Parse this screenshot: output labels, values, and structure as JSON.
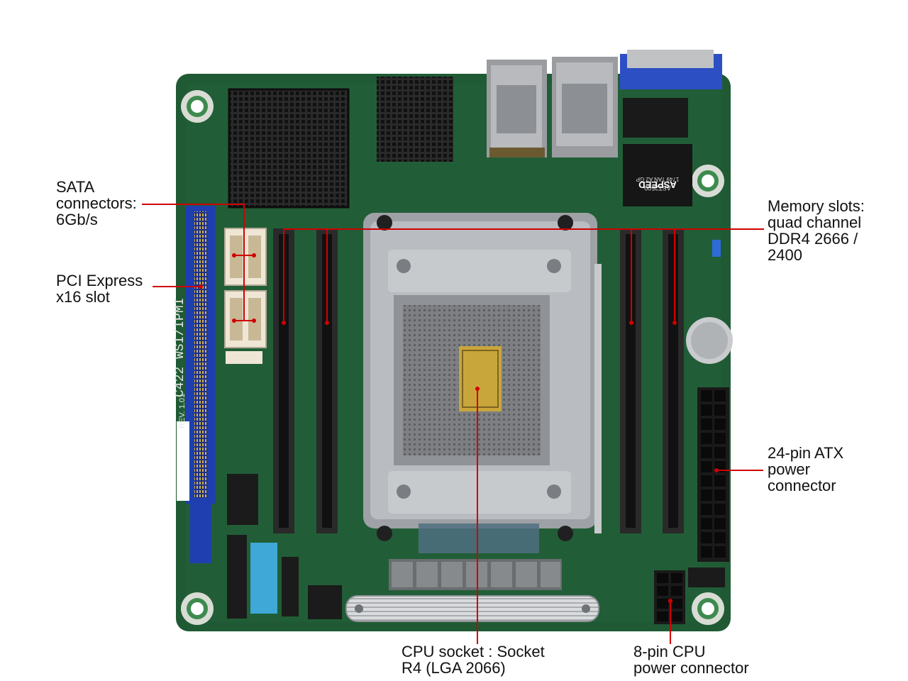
{
  "image": {
    "subject": "Mini-ITX server motherboard",
    "colors": {
      "background": "#ffffff",
      "pcb": "#1f5a34",
      "pcb_dark": "#174427",
      "heatsink": "#1d1d1d",
      "pcie_slot": "#1f3fb0",
      "vga": "#2c4fc4",
      "dimm_slot": "#2a2a2a",
      "socket_metal": "#b9bcc0",
      "sata": "#efe6d6",
      "usb_header": "#3fa8d6",
      "leader_line": "#d00000",
      "text": "#111111"
    }
  },
  "board_markings": {
    "model": "C422 WSI/IPMI",
    "rev": "REV. 1.01",
    "brand_chip": "ASPEED",
    "bmc": "AST2500",
    "bmc_line2": "1749 TAN A2 GP"
  },
  "callouts": {
    "sata": {
      "lines": [
        "SATA",
        "connectors:",
        "6Gb/s"
      ]
    },
    "pcie": {
      "lines": [
        "PCI Express",
        "x16 slot"
      ]
    },
    "memory": {
      "lines": [
        "Memory slots:",
        "quad channel",
        "DDR4 2666 /",
        "2400"
      ]
    },
    "atx": {
      "lines": [
        "24-pin ATX",
        "power",
        "connector"
      ]
    },
    "cpu_socket": {
      "lines": [
        "CPU socket : Socket",
        "R4 (LGA 2066)"
      ]
    },
    "cpu_power": {
      "lines": [
        "8-pin CPU",
        "power connector"
      ]
    }
  }
}
